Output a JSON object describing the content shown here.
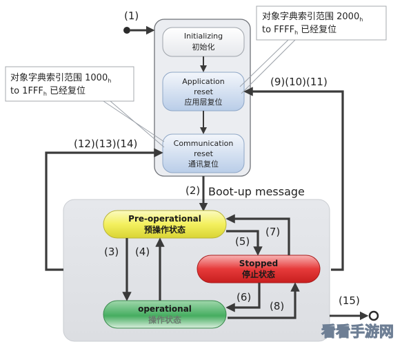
{
  "init_group": {
    "initializing": [
      "Initializing",
      "初始化"
    ],
    "application_reset": [
      "Application",
      "reset",
      "应用层复位"
    ],
    "communication_reset": [
      "Communication",
      "reset",
      "通讯复位"
    ]
  },
  "states": {
    "pre_operational": [
      "Pre-operational",
      "预操作状态"
    ],
    "stopped": [
      "Stopped",
      "停止状态"
    ],
    "operational": [
      "operational",
      "操作状态"
    ]
  },
  "callouts": {
    "right_line1": "对象字典索引范围 2000",
    "right_line2": "to FFFF",
    "right_line2_suffix": "已经复位",
    "left_line1": "对象字典索引范围 1000",
    "left_line2": "to 1FFF",
    "left_line2_suffix": "已经复位",
    "subscript": "h"
  },
  "transition_labels": {
    "t1": "(1)",
    "t2": "(2)",
    "t3": "(3)",
    "t4": "(4)",
    "t5": "(5)",
    "t6": "(6)",
    "t7": "(7)",
    "t8": "(8)",
    "t9_11": "(9)(10)(11)",
    "t12_14": "(12)(13)(14)",
    "t15": "(15)"
  },
  "boot_up": "Boot-up message",
  "watermark": "看看手游网",
  "colors": {
    "arrow": "#3a3a3a",
    "init_group_bg": "#e9ebef",
    "operational_area_bg": "#e3e5e9",
    "state_box_gradient_top": "#eef2f8",
    "state_box_gradient_bottom": "#bcd0ea",
    "pre_operational": "#f1ee5a",
    "stopped": "#e63a3a",
    "operational": "#3faa5b"
  }
}
